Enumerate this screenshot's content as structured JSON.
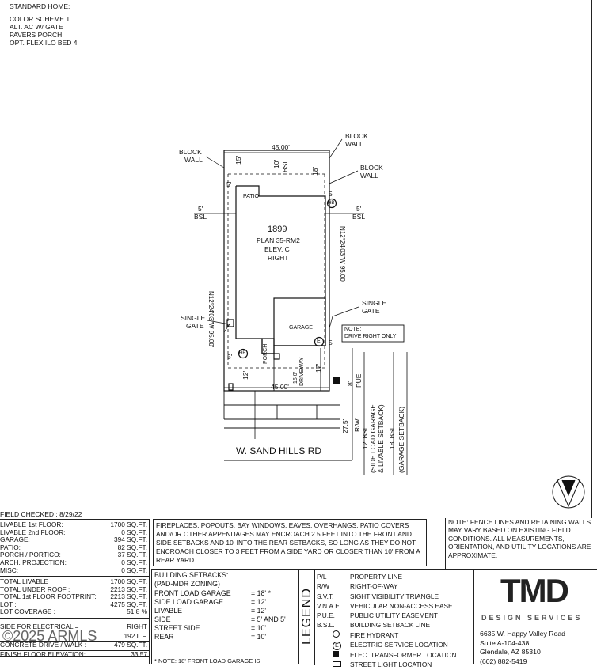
{
  "header": {
    "title": "STANDARD HOME:",
    "lines": [
      "COLOR SCHEME 1",
      "ALT. AC W/ GATE",
      "PAVERS PORCH",
      "OPT. FLEX ILO BED 4"
    ]
  },
  "plan": {
    "lot_number": "1899",
    "plan_name": "PLAN 35-RM2",
    "elevation": "ELEV. C",
    "orientation": "RIGHT",
    "width_top": "45.00'",
    "width_bottom": "45.00'",
    "bearing_left": "N12°24'03\"W 95.00'",
    "bearing_right": "N12°24'03\"W 95.00'",
    "street": "W. SAND HILLS RD",
    "labels": {
      "block_wall_left": [
        "BLOCK",
        "WALL"
      ],
      "block_wall_top_right": [
        "BLOCK",
        "WALL"
      ],
      "block_wall_right": [
        "BLOCK",
        "WALL"
      ],
      "single_gate_left": [
        "SINGLE",
        "GATE"
      ],
      "single_gate_right": [
        "SINGLE",
        "GATE"
      ],
      "patio": "PATIO",
      "garage": "GARAGE",
      "porch": "PORCH",
      "driveway": "DRIVEWAY",
      "note": [
        "NOTE:",
        "DRIVE RIGHT ONLY"
      ],
      "bsl_left": [
        "5'",
        "BSL"
      ],
      "bsl_right": [
        "5'",
        "BSL"
      ],
      "bsl_rear": [
        "10'",
        "BSL"
      ],
      "dim_15": "15'",
      "dim_18_rear": "18'",
      "dim_5_tl": "5'",
      "dim_5_tr": "5'",
      "dim_5_bl": "5'",
      "dim_5_br": "5'",
      "dim_12": "12'",
      "dim_16": "16.0'",
      "dim_17": "17'",
      "dim_8": "8'",
      "pue": "PUE",
      "hb": "HB",
      "e": "E",
      "dim_275": "27.5'",
      "rw": "R/W",
      "bsl_12": [
        "12' BSL",
        "(SIDE LOAD GARAGE",
        "& LIVABLE SETBACK)"
      ],
      "bsl_18": [
        "18' BSL",
        "(GARAGE SETBACK)"
      ]
    }
  },
  "field_checked": "FIELD CHECKED : 8/29/22",
  "areas": [
    [
      "LIVABLE 1st FLOOR:",
      "1700 SQ.FT."
    ],
    [
      "LIVABLE 2nd FLOOR:",
      "0 SQ.FT."
    ],
    [
      "GARAGE:",
      "394 SQ.FT."
    ],
    [
      "PATIO:",
      "82 SQ.FT."
    ],
    [
      "PORCH / PORTICO:",
      "37 SQ.FT."
    ],
    [
      "ARCH. PROJECTION:",
      "0 SQ.FT."
    ],
    [
      "MISC:",
      "0 SQ.FT."
    ]
  ],
  "totals": [
    [
      "TOTAL LIVABLE :",
      "1700 SQ.FT."
    ],
    [
      "TOTAL UNDER ROOF :",
      "2213 SQ.FT."
    ],
    [
      "TOTAL 1st FLOOR FOOTPRINT:",
      "2213 SQ.FT."
    ],
    [
      "LOT :",
      "4275 SQ.FT."
    ],
    [
      "LOT COVERAGE :",
      "51.8 %"
    ]
  ],
  "misc": [
    [
      "SIDE FOR ELECTRICAL =",
      "RIGHT"
    ],
    [
      "",
      "192 L.F."
    ],
    [
      "CONCRETE DRIVE / WALK :",
      "479 SQ.FT."
    ],
    [
      "FINISH FLOOR ELEVATION:",
      "33.57"
    ]
  ],
  "watermark": "©2025 ARMLS",
  "encroach_note": "FIREPLACES, POPOUTS, BAY WINDOWS, EAVES, OVERHANGS, PATIO COVERS AND/OR OTHER APPENDAGES MAY ENCROACH 2.5 FEET INTO THE FRONT AND SIDE SETBACKS AND 10' INTO THE REAR SETBACKS, SO LONG AS THEY DO NOT ENCROACH CLOSER TO 3 FEET FROM A SIDE YARD OR CLOSER THAN 10' FROM A REAR YARD.",
  "fence_note": "NOTE: FENCE LINES AND RETAINING WALLS MAY VARY BASED ON EXISTING FIELD CONDITIONS. ALL MEASUREMENTS, ORIENTATION, AND UTILITY LOCATIONS ARE APPROXIMATE.",
  "setbacks": {
    "title": "BUILDING SETBACKS:",
    "zoning": "(PAD-MDR ZONING)",
    "rows": [
      [
        "FRONT LOAD GARAGE",
        "= 18' *"
      ],
      [
        "SIDE LOAD GARAGE",
        "= 12'"
      ],
      [
        "LIVABLE",
        "= 12'"
      ],
      [
        "SIDE",
        "= 5' AND 5'"
      ],
      [
        "STREET SIDE",
        "= 10'"
      ],
      [
        "REAR",
        "= 10'"
      ]
    ],
    "footnote": "* NOTE: 18' FRONT LOAD GARAGE IS"
  },
  "legend": {
    "title": "LEGEND",
    "rows": [
      [
        "P/L",
        "PROPERTY LINE"
      ],
      [
        "R/W",
        "RIGHT-OF-WAY"
      ],
      [
        "S.V.T.",
        "SIGHT VISIBILITY TRIANGLE"
      ],
      [
        "V.N.A.E.",
        "VEHICULAR NON-ACCESS EASE."
      ],
      [
        "P.U.E.",
        "PUBLIC UTILITY EASEMENT"
      ],
      [
        "B.S.L.",
        "BUILDING SETBACK LINE"
      ],
      [
        "",
        "FIRE HYDRANT"
      ],
      [
        "",
        "ELECTRIC SERVICE LOCATION"
      ],
      [
        "",
        "ELEC. TRANSFORMER LOCATION"
      ],
      [
        "",
        "STREET LIGHT LOCATION"
      ]
    ]
  },
  "company": {
    "logo": "TMD",
    "sub": "DESIGN SERVICES",
    "address": [
      "6635 W. Happy Valley Road",
      "Suite A-104-438",
      "Glendale, AZ 85310",
      "(602) 882-5419"
    ]
  }
}
